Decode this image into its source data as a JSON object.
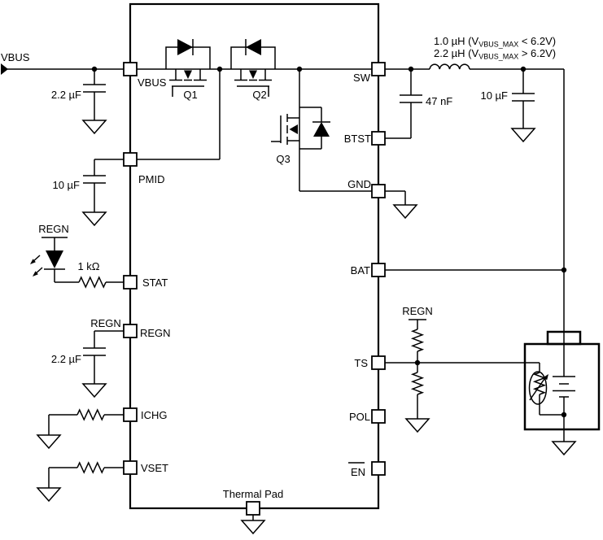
{
  "ic": {
    "pins": {
      "left": [
        "VBUS",
        "PMID",
        "STAT",
        "REGN",
        "ICHG",
        "VSET"
      ],
      "right": [
        "SW",
        "BTST",
        "GND",
        "BAT",
        "TS",
        "POL",
        "EN"
      ],
      "bottom": "Thermal Pad"
    }
  },
  "nets": {
    "vbus_in": "VBUS",
    "regn_led": "REGN",
    "regn_cap": "REGN",
    "regn_ts": "REGN"
  },
  "components": {
    "q1": "Q1",
    "q2": "Q2",
    "q3": "Q3",
    "c_in": "2.2 µF",
    "c_pmid": "10 µF",
    "c_regn": "2.2 µF",
    "c_btst": "47 nF",
    "c_out": "10 µF",
    "r_stat": "1 kΩ",
    "inductor": {
      "line1": {
        "pre": "1.0 µH (V",
        "sub": "VBUS_MAX",
        "post": " <  6.2V)"
      },
      "line2": {
        "pre": "2.2 µH (V",
        "sub": "VBUS_MAX",
        "post": " >  6.2V)"
      }
    }
  },
  "colors": {
    "ink": "#000000",
    "bg": "#ffffff"
  }
}
